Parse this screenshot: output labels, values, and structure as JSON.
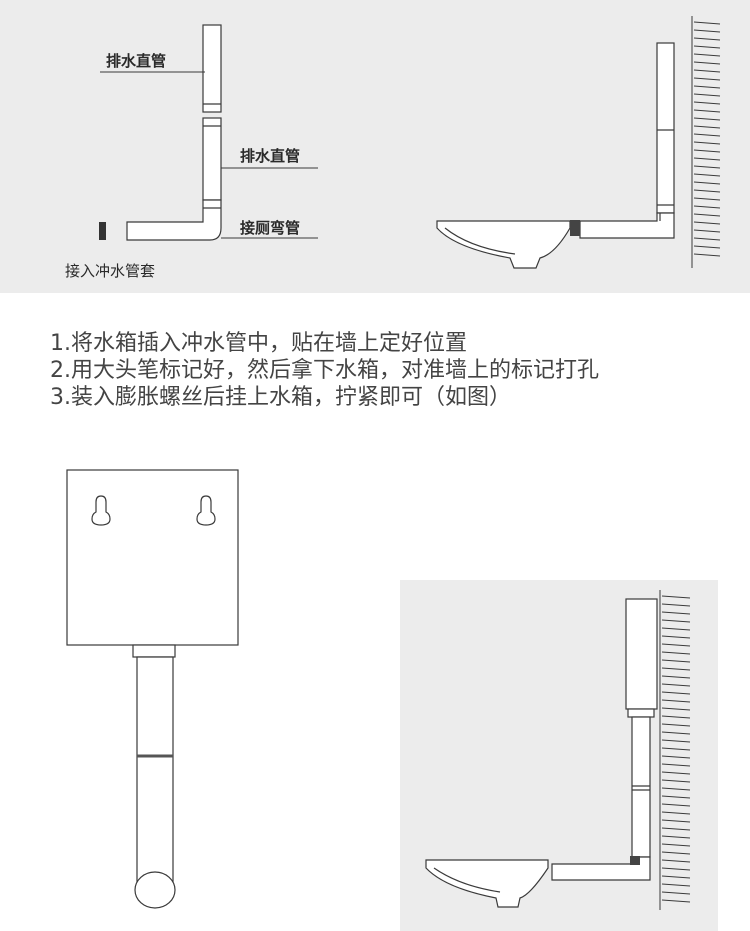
{
  "top_labels": {
    "pipe1": "排水直管",
    "pipe2": "排水直管",
    "elbow": "接厕弯管",
    "sleeve": "接入冲水管套"
  },
  "steps": [
    "1.将水箱插入冲水管中，贴在墙上定好位置",
    "2.用大头笔标记好，然后拿下水箱，对准墙上的标记打孔",
    "3.装入膨胀螺丝后挂上水箱，拧紧即可（如图）"
  ],
  "colors": {
    "panel": "#ececec",
    "line": "#3a3a3a",
    "text": "#444444",
    "accent_dark": "#555555"
  }
}
